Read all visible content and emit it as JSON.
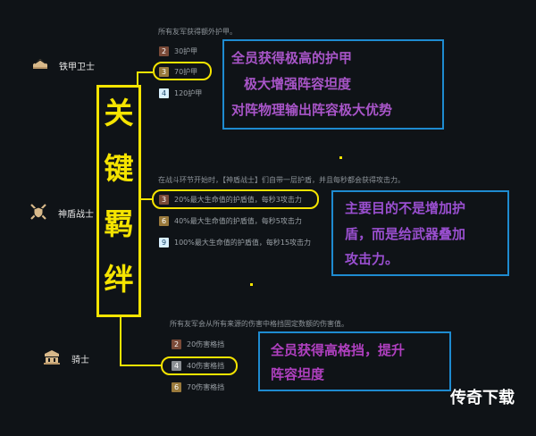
{
  "traits": [
    {
      "name": "铁甲卫士",
      "icon": "armor-helmet-icon",
      "description": "所有友军获得额外护甲。",
      "tiers": [
        {
          "count": "2",
          "text": "30护甲",
          "tier": "bronze"
        },
        {
          "count": "3",
          "text": "70护甲",
          "tier": "gold"
        },
        {
          "count": "4",
          "text": "120护甲",
          "tier": "prismatic"
        }
      ]
    },
    {
      "name": "神盾战士",
      "icon": "shield-crossed-swords-icon",
      "description": "在战斗环节开始时，【神盾战士】们自带一层护盾，并且每秒都会获得攻击力。",
      "tiers": [
        {
          "count": "3",
          "text": "20%最大生命值的护盾值，每秒3攻击力",
          "tier": "bronze"
        },
        {
          "count": "6",
          "text": "40%最大生命值的护盾值，每秒5攻击力",
          "tier": "gold"
        },
        {
          "count": "9",
          "text": "100%最大生命值的护盾值，每秒15攻击力",
          "tier": "prismatic"
        }
      ]
    },
    {
      "name": "骑士",
      "icon": "knight-shield-icon",
      "description": "所有友军会从所有来源的伤害中格挡固定数额的伤害值。",
      "tiers": [
        {
          "count": "2",
          "text": "20伤害格挡",
          "tier": "bronze"
        },
        {
          "count": "4",
          "text": "40伤害格挡",
          "tier": "silver"
        },
        {
          "count": "6",
          "text": "70伤害格挡",
          "tier": "gold"
        }
      ]
    }
  ],
  "annotations": {
    "key_bond": [
      "关",
      "键",
      "羁",
      "绊"
    ],
    "armor_note": [
      "全员获得极高的护甲",
      "极大增强阵容坦度",
      "对阵物理输出阵容极大优势"
    ],
    "shield_note": [
      "主要目的不是增加护",
      "盾，而是给武器叠加",
      "攻击力。"
    ],
    "knight_note": [
      "全员获得高格挡，提升",
      "阵容坦度"
    ]
  },
  "watermark": "传奇下载",
  "colors": {
    "annotation_yellow": "#f5e400",
    "annotation_blue": "#1e8bd0",
    "armor_note_text": "#a855c8",
    "shield_note_text": "#9a4fd0",
    "knight_note_text": "#b040c0"
  }
}
